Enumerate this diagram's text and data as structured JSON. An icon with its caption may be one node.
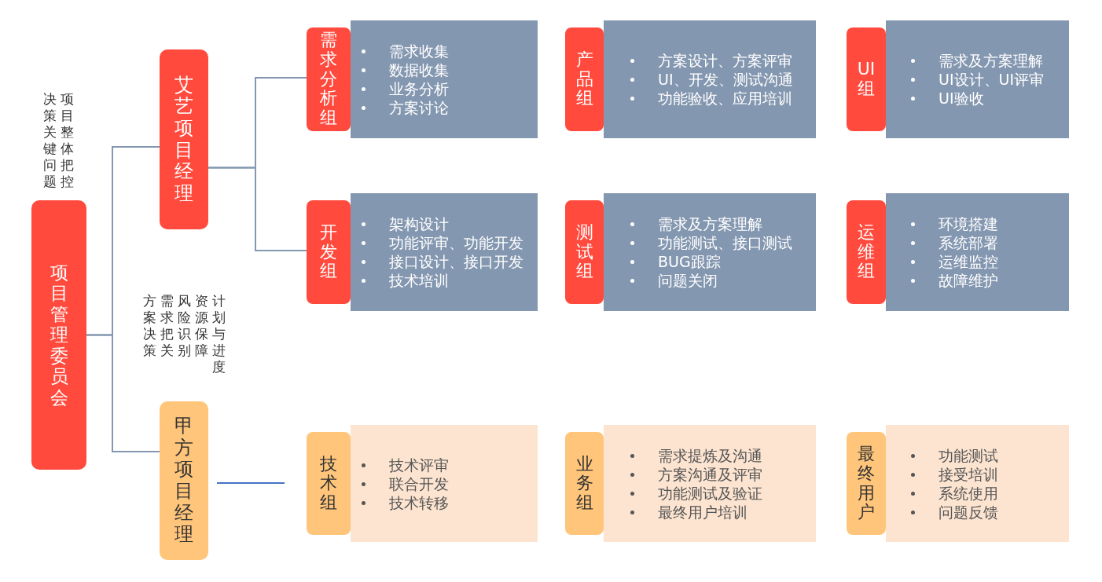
{
  "diagram": {
    "nodes": [
      {
        "text": [
          "项目管理委员会"
        ]
      },
      {
        "text": [
          "艾艺项目经理"
        ]
      },
      {
        "text": [
          "甲方项目经理"
        ]
      },
      {
        "text": [
          "需求分析组"
        ]
      },
      {
        "text": [
          "需求收集",
          "数据收集",
          "业务分析",
          "方案讨论"
        ]
      },
      {
        "text": [
          "产品组"
        ]
      },
      {
        "text": [
          "方案设计、方案评审",
          "UI、开发、测试沟通",
          "功能验收、应用培训"
        ]
      },
      {
        "text": [
          "UI组"
        ]
      },
      {
        "text": [
          "需求及方案理解",
          "UI设计、UI评审",
          "UI验收"
        ]
      },
      {
        "text": [
          "开发组"
        ]
      },
      {
        "text": [
          "架构设计",
          "功能评审、功能开发",
          "接口设计、接口开发",
          "技术培训"
        ]
      },
      {
        "text": [
          "测试组"
        ]
      },
      {
        "text": [
          "需求及方案理解",
          "功能测试、接口测试",
          "BUG跟踪",
          "问题关闭"
        ]
      },
      {
        "text": [
          "运维组"
        ]
      },
      {
        "text": [
          "环境搭建",
          "系统部署",
          "运维监控",
          "故障维护"
        ]
      },
      {
        "text": [
          "技术组"
        ]
      },
      {
        "text": [
          "技术评审",
          "联合开发",
          "技术转移"
        ]
      },
      {
        "text": [
          "业务组"
        ]
      },
      {
        "text": [
          "需求提炼及沟通",
          "方案沟通及评审",
          "功能测试及验证",
          "最终用户培训"
        ]
      },
      {
        "text": [
          "最终用户"
        ]
      },
      {
        "text": [
          "功能测试",
          "接受培训",
          "系统使用",
          "问题反馈"
        ]
      }
    ],
    "edges": [
      {
        "from": 0,
        "to": 1,
        "arrow": "none"
      },
      {
        "from": 0,
        "to": 2,
        "arrow": "none"
      },
      {
        "from": 1,
        "to": 3,
        "arrow": "none"
      },
      {
        "from": 1,
        "to": 9,
        "arrow": "none"
      },
      {
        "from": 2,
        "to": null,
        "arrow": "none",
        "color": "#4472c4"
      }
    ],
    "labels": [
      "项目整体把控",
      "决策关键问题",
      "计划与进度",
      "资源保障",
      "风险识别",
      "需求把关",
      "方案决策"
    ]
  }
}
